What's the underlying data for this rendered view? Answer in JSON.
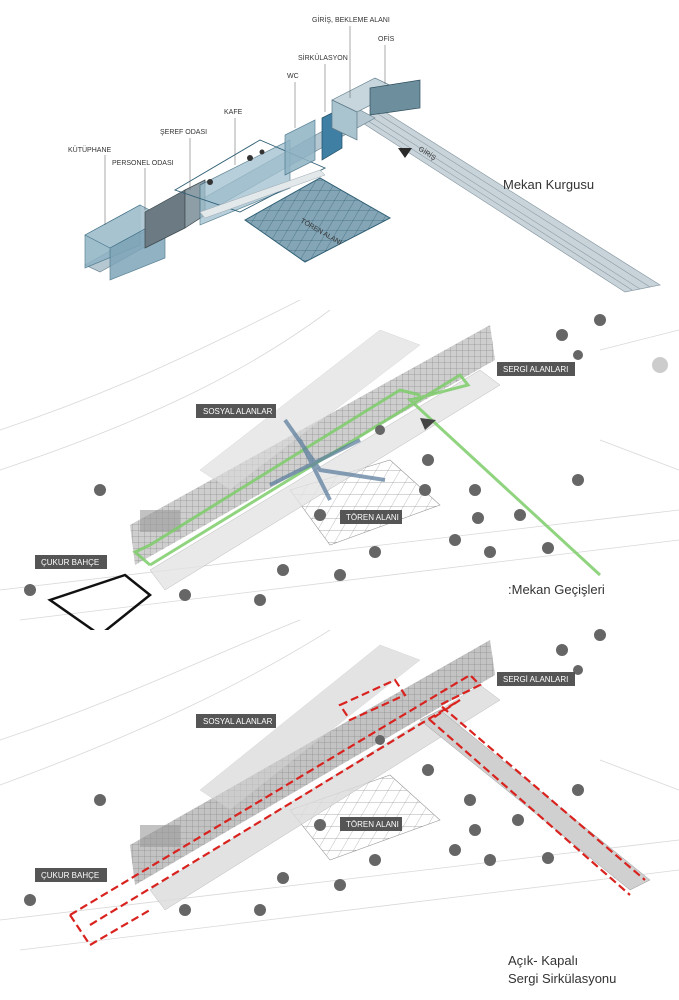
{
  "panel1": {
    "title": "Mekan Kurgusu",
    "labels": {
      "kutuphane": "KÜTÜPHANE",
      "personel": "PERSONEL ODASI",
      "seref": "ŞEREF ODASI",
      "kafe": "KAFE",
      "wc": "WC",
      "sirkulasyon": "SİRKÜLASYON",
      "giris_bekleme": "GİRİŞ, BEKLEME ALANI",
      "ofis": "OFİS",
      "toren": "TÖREN ALANI",
      "giris": "GİRİŞ"
    }
  },
  "panel2": {
    "title": ":Mekan Geçişleri",
    "tags": {
      "sergi": "SERGİ ALANLARI",
      "sosyal": "SOSYAL ALANLAR",
      "toren": "TÖREN ALANI",
      "cukur": "ÇUKUR BAHÇE"
    }
  },
  "panel3": {
    "title_line1": "Açık- Kapalı",
    "title_line2": "Sergi Sirkülasyonu",
    "tags": {
      "sergi": "SERGİ ALANLARI",
      "sosyal": "SOSYAL ALANLAR",
      "toren": "TÖREN ALANI",
      "cukur": "ÇUKUR BAHÇE"
    }
  },
  "colors": {
    "glass": "#8fb3c4",
    "glass_dark": "#3f6f85",
    "tag_bg": "#555555",
    "green_route": "#7ccd6a",
    "blue_route": "#5d7f9e",
    "red_route": "#d9231f",
    "building_grey": "#9a9a9a"
  }
}
